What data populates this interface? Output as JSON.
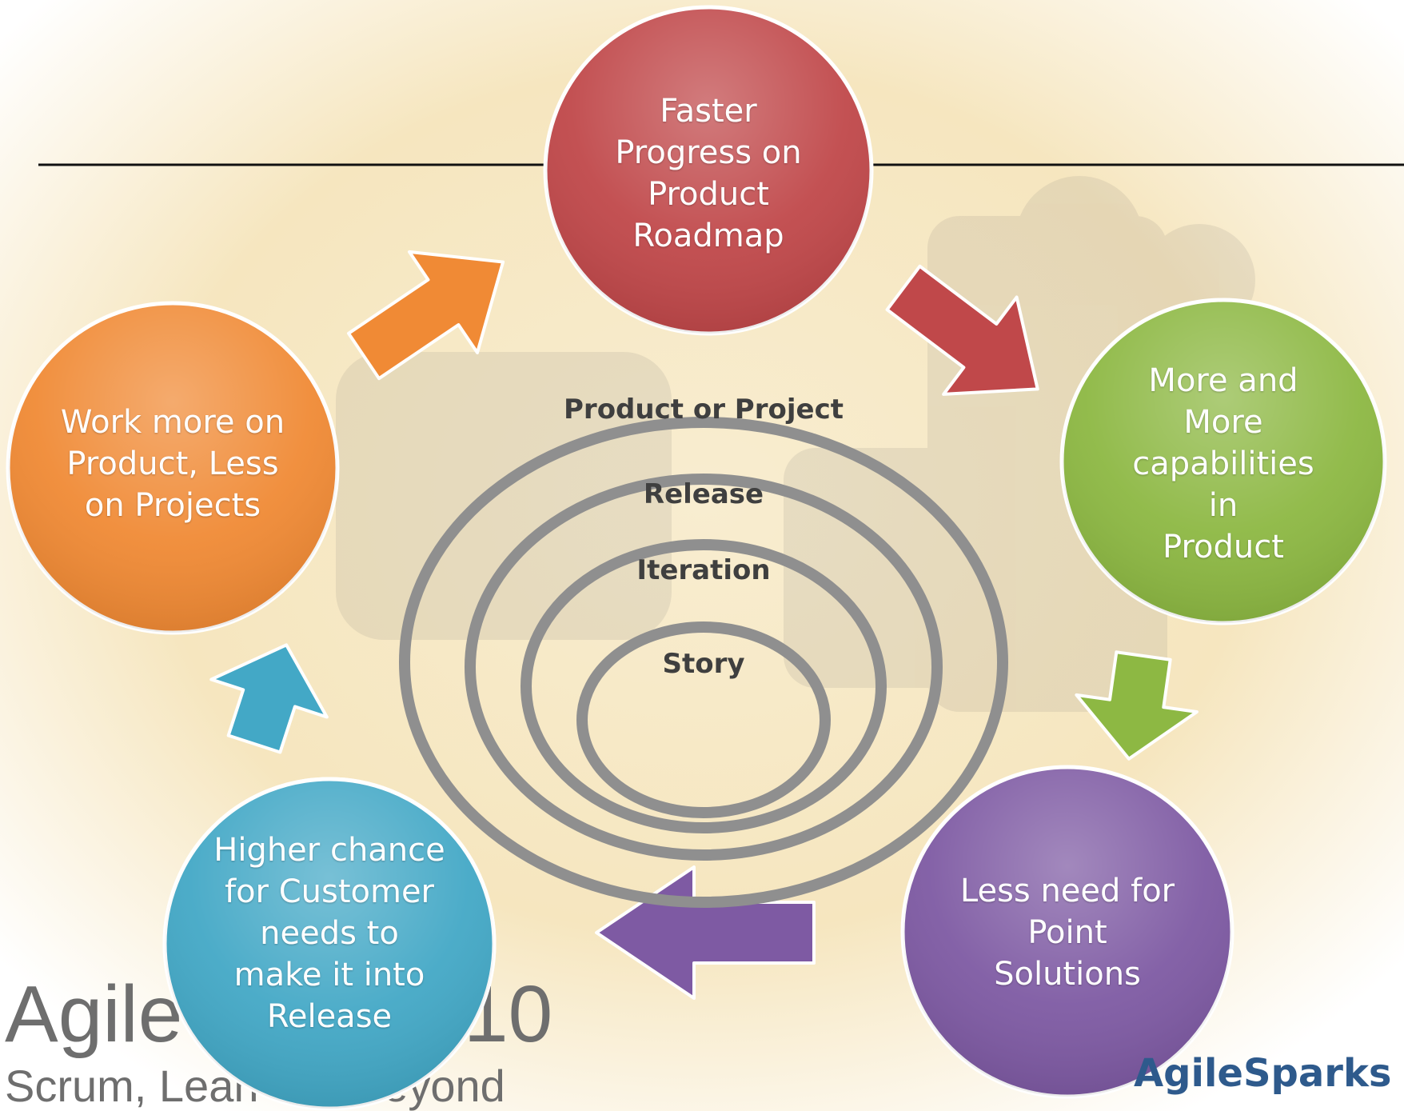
{
  "cycle_nodes": {
    "top": {
      "label": "Faster\nProgress on\nProduct\nRoadmap",
      "color": "#c0484a"
    },
    "right": {
      "label": "More and\nMore\ncapabilities in\nProduct",
      "color": "#8db843"
    },
    "bottom_right": {
      "label": "Less need for\nPoint\nSolutions",
      "color": "#7e5aa3"
    },
    "bottom_left": {
      "label": "Higher chance\nfor Customer\nneeds to\nmake it into\nRelease",
      "color": "#43a8c6"
    },
    "left": {
      "label": "Work more on\nProduct, Less\non Projects",
      "color": "#f08a35"
    }
  },
  "rings": {
    "outer": "Product or Project",
    "second": "Release",
    "third": "Iteration",
    "inner": "Story"
  },
  "branding": {
    "title": "Agile",
    "year": "10",
    "tagline": "Scrum, Lean and beyond",
    "partner_logo_first": "A",
    "partner_logo_rest": "gileSparks"
  },
  "colors": {
    "ring": "#8f8f8f",
    "background": "#f7e9c4",
    "rule": "#111111"
  }
}
